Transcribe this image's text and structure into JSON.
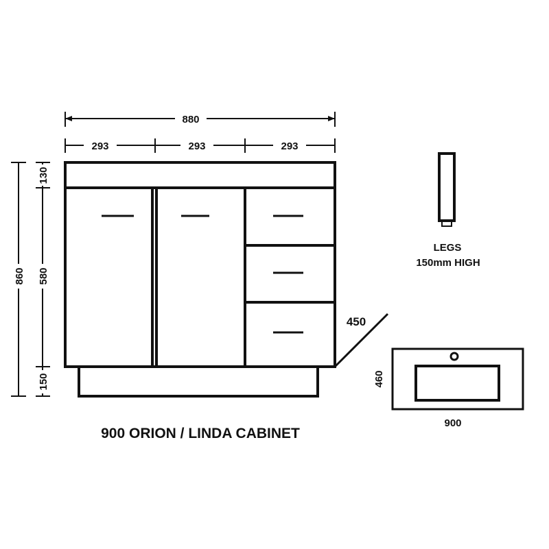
{
  "diagram": {
    "title": "900 ORION / LINDA CABINET",
    "dimensions": {
      "overall_width": "880",
      "section_widths": [
        "293",
        "293",
        "293"
      ],
      "overall_height": "860",
      "top_rail_height": "130",
      "body_height": "580",
      "leg_height": "150",
      "depth": "450"
    },
    "legs_note": {
      "line1": "LEGS",
      "line2": "150mm HIGH"
    },
    "basin": {
      "width": "900",
      "depth": "460"
    }
  }
}
